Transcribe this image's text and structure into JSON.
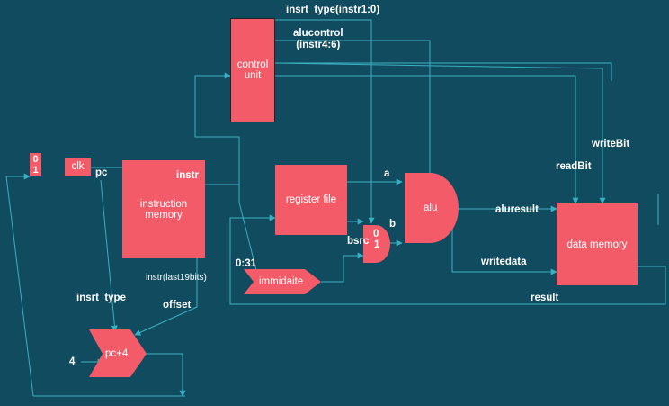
{
  "colors": {
    "background": "#114B5F",
    "block": "#F45B69",
    "wire": "#3AB0C2",
    "text": "#FFFFFF"
  },
  "blocks": {
    "control_unit": "control\nunit",
    "instruction_memory": "instruction\nmemory",
    "register_file": "register file",
    "alu": "alu",
    "data_memory": "data memory",
    "clk": "clk",
    "mux_pc": [
      "0",
      "1"
    ],
    "mux_bsrc": [
      "0",
      "1"
    ],
    "immediate": "immidaite",
    "pc_adder": "pc+4"
  },
  "labels": {
    "insrt_type_instr": "insrt_type(instr1:0)",
    "alucontrol": "alucontrol\n(instr4:6)",
    "instr": "instr",
    "pc": "pc",
    "a": "a",
    "b": "b",
    "bsrc": "bsrc",
    "aluresult": "aluresult",
    "writedata": "writedata",
    "result": "result",
    "readBit": "readBit",
    "writeBit": "writeBit",
    "range": "0:31",
    "instr_last": "instr(last19bits)",
    "insrt_type": "insrt_type",
    "offset": "offset",
    "four": "4"
  }
}
